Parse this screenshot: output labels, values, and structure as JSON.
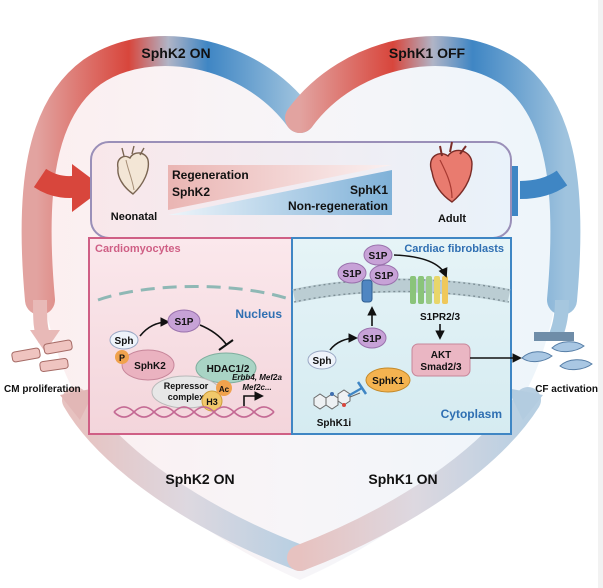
{
  "top_left": "SphK2 ON",
  "top_right": "SphK1 OFF",
  "bottom_left": "SphK2 ON",
  "bottom_right": "SphK1 ON",
  "neonatal": "Neonatal",
  "adult": "Adult",
  "regeneration": "Regeneration",
  "non_regeneration": "Non-regeneration",
  "sphk2_gradient": "SphK2",
  "sphk1_gradient": "SphK1",
  "cardiomyocytes": "Cardiomyocytes",
  "cardiac_fibroblasts": "Cardiac fibroblasts",
  "nucleus": "Nucleus",
  "cytoplasm": "Cytoplasm",
  "sph_left": "Sph",
  "p_badge": "P",
  "sphk2_enzyme": "SphK2",
  "s1p_left": "S1P",
  "hdac": "HDAC1/2",
  "repressor_1": "Repressor",
  "repressor_2": "complex",
  "ac": "Ac",
  "h3": "H3",
  "genes_1": "Erbb4, Mef2a",
  "genes_2": "Mef2c...",
  "s1p_a": "S1P",
  "s1p_b": "S1P",
  "s1p_c": "S1P",
  "s1p_d": "S1P",
  "s1pr": "S1PR2/3",
  "akt": "AKT",
  "smad": "Smad2/3",
  "sph_right": "Sph",
  "sphk1_enzyme": "SphK1",
  "sphk1i": "SphK1i",
  "cm_proliferation": "CM proliferation",
  "cf_activation": "CF activation",
  "colors": {
    "red": "#d8463c",
    "blue": "#3f86c4",
    "pink_panel": "#f6dfe3",
    "blue_panel": "#dff0f5",
    "s1p_purple": "#c9a4d6",
    "sphk_pink": "#e9b3bf",
    "hdac_green": "#a9d3c4",
    "sphk1_orange": "#f4b350"
  }
}
